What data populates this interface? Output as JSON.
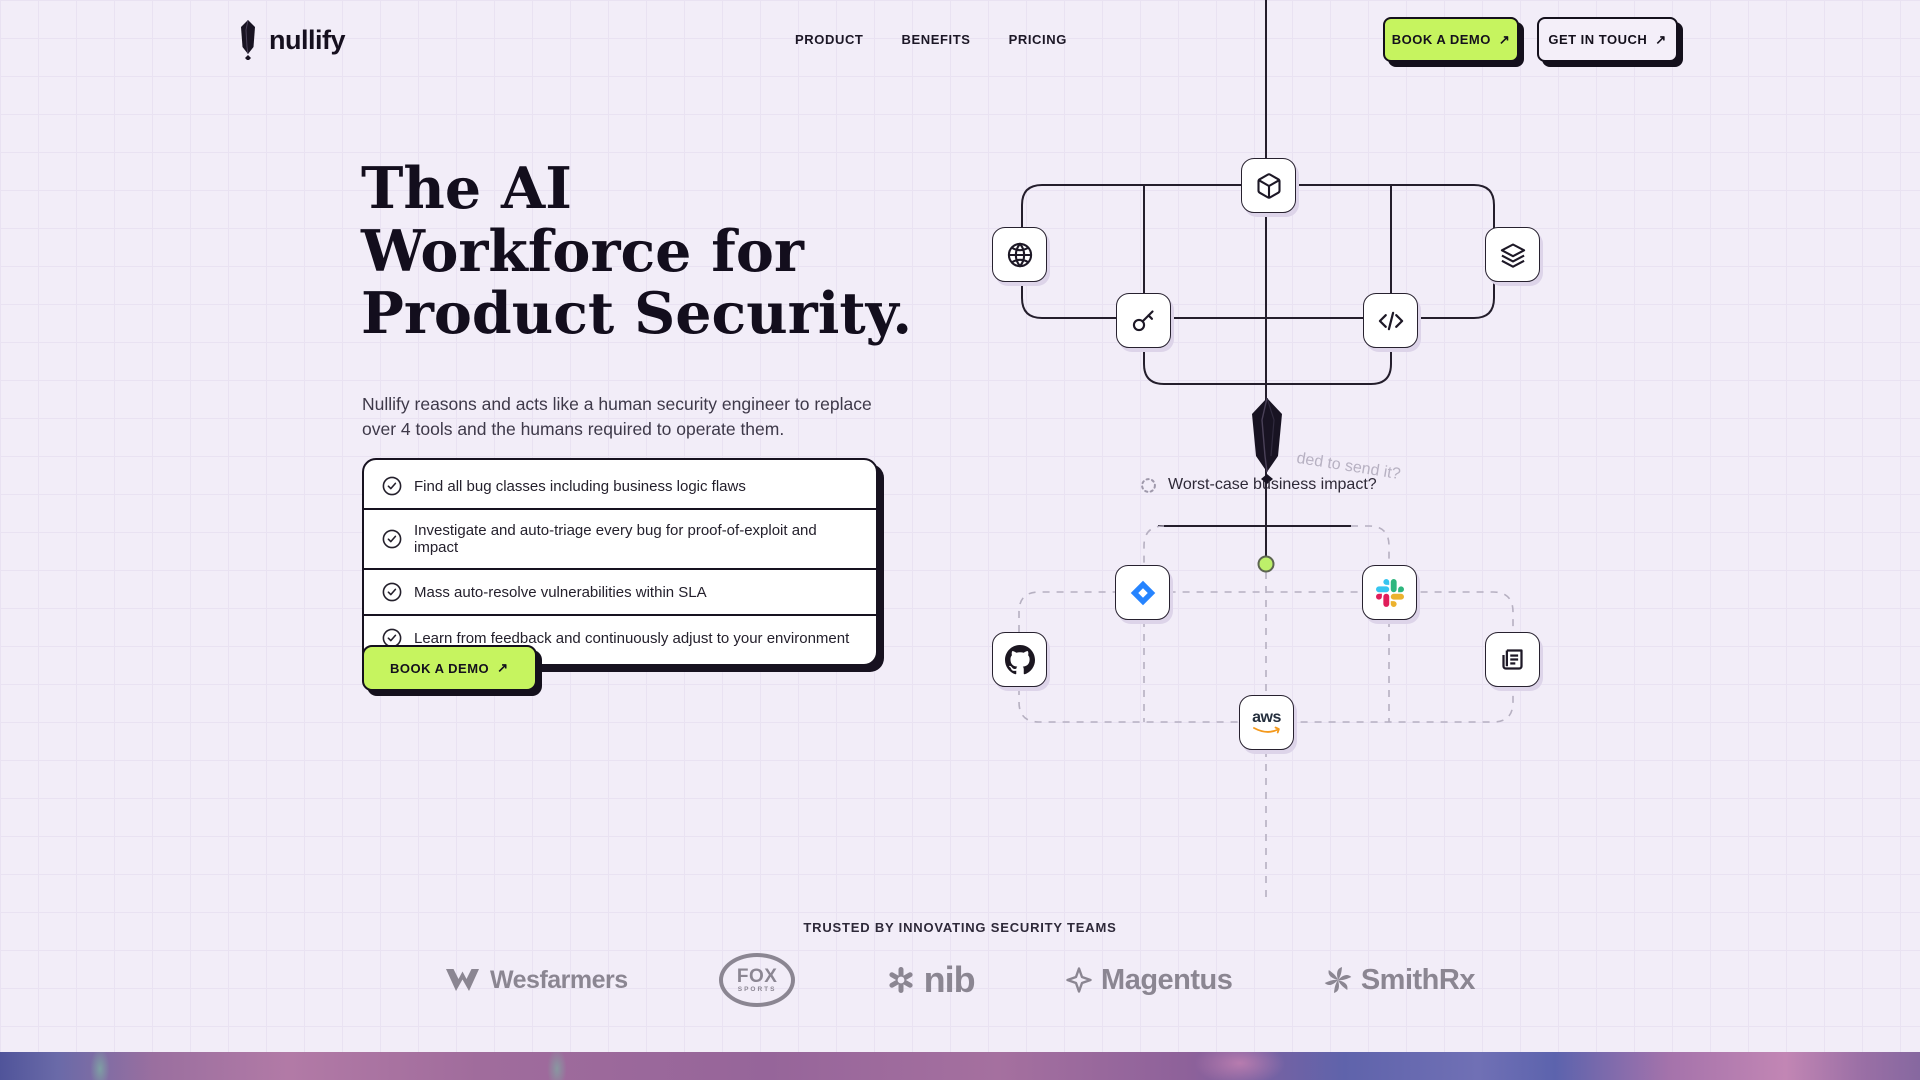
{
  "nav": {
    "logo_text": "nullify",
    "links": [
      {
        "label": "PRODUCT"
      },
      {
        "label": "BENEFITS"
      },
      {
        "label": "PRICING"
      }
    ],
    "book_demo_label": "BOOK A DEMO",
    "get_in_touch_label": "GET IN TOUCH",
    "arrow": "↗"
  },
  "hero": {
    "title": [
      "The AI",
      "Workforce for",
      "Product Security."
    ],
    "subtitle": "Nullify reasons and acts like a human security engineer to replace over 4 tools and the humans required to operate them.",
    "checklist": [
      "Find all bug classes including business logic flaws",
      "Investigate and auto-triage every bug for proof-of-exploit and impact",
      "Mass auto-resolve vulnerabilities within SLA",
      "Learn from feedback and continuously adjust to your environment"
    ],
    "cta_label": "BOOK A DEMO",
    "cta_arrow": "↗"
  },
  "diagram": {
    "status_text": "Worst-case business impact?",
    "ghost_text": "ded to send it?",
    "aws_label": "aws",
    "top_icons": [
      "package-icon",
      "globe-icon",
      "key-icon",
      "code-icon",
      "layers-icon"
    ],
    "bottom_icons": [
      "jira-icon",
      "slack-icon",
      "github-icon",
      "news-icon",
      "aws-icon"
    ]
  },
  "trusted": {
    "heading": "TRUSTED BY INNOVATING SECURITY TEAMS",
    "wesfarmers": "Wesfarmers",
    "fox_line1": "FOX",
    "fox_line2": "SPORTS",
    "nib": "nib",
    "magentus": "Magentus",
    "smithrx": "SmithRx"
  },
  "colors": {
    "background": "#f2edf8",
    "ink": "#14101c",
    "lime": "#c6f45f",
    "logo_gray": "#8b8692",
    "green_dot": "#bdf06a",
    "jira_blue": "#2684FF",
    "slack_blue": "#36C5F0",
    "slack_green": "#2EB67D",
    "slack_red": "#E01E5A",
    "slack_yellow": "#ECB22E",
    "aws_orange": "#f4991c"
  }
}
